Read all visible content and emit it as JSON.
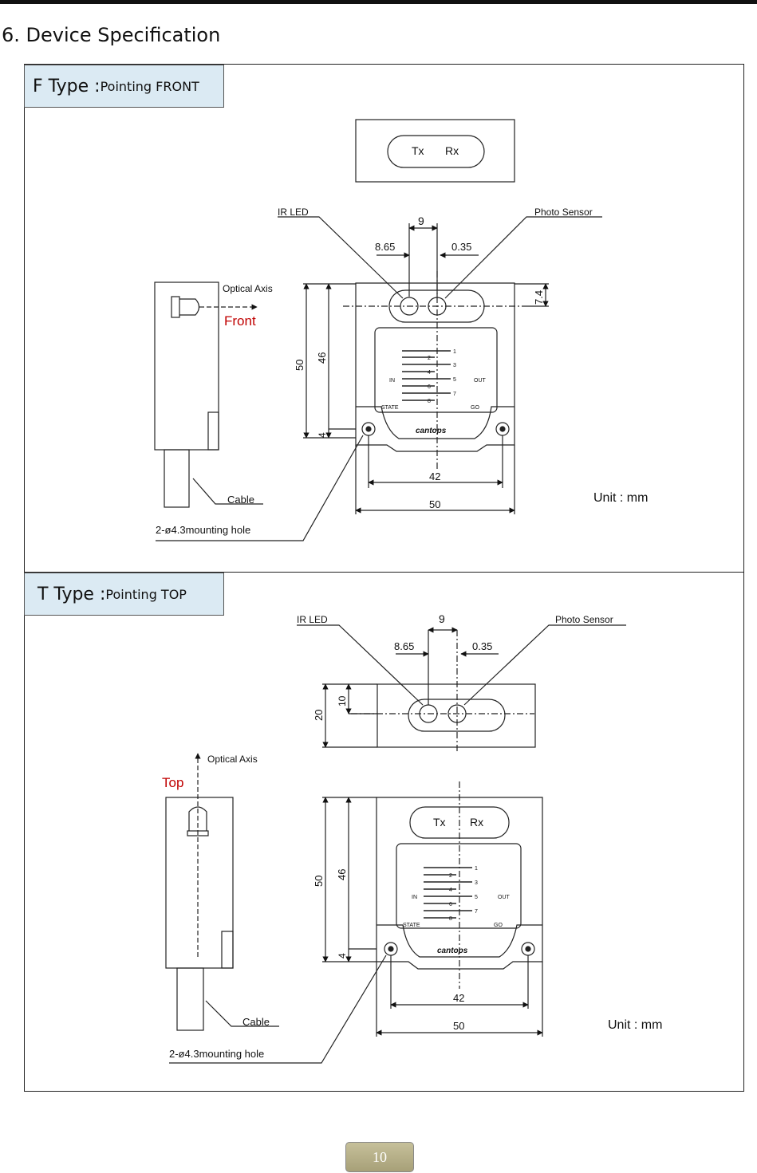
{
  "section_heading": "6. Device Specification",
  "f_type": {
    "title": "F Type : ",
    "subtitle": "Pointing FRONT",
    "tx": "Tx",
    "rx": "Rx",
    "ir_led": "IR LED",
    "photo_sensor": "Photo Sensor",
    "dim_9": "9",
    "dim_865": "8.65",
    "dim_035": "0.35",
    "dim_74": "7.4",
    "dim_50_v": "50",
    "dim_46": "46",
    "dim_4": "4",
    "dim_42": "42",
    "dim_50_h": "50",
    "optical_axis": "Optical Axis",
    "direction": "Front",
    "cable": "Cable",
    "mounting_hole": "2-ø4.3mounting hole",
    "unit": "Unit : mm",
    "logo": "cantops"
  },
  "t_type": {
    "title": "T Type : ",
    "subtitle": "Pointing TOP",
    "tx": "Tx",
    "rx": "Rx",
    "ir_led": "IR LED",
    "photo_sensor": "Photo Sensor",
    "dim_9": "9",
    "dim_865": "8.65",
    "dim_035": "0.35",
    "dim_10": "10",
    "dim_20": "20",
    "dim_50_v": "50",
    "dim_46": "46",
    "dim_4": "4",
    "dim_42": "42",
    "dim_50_h": "50",
    "optical_axis": "Optical Axis",
    "direction": "Top",
    "cable": "Cable",
    "mounting_hole": "2-ø4.3mounting hole",
    "unit": "Unit : mm",
    "logo": "cantops"
  },
  "label_panel": {
    "in": "IN",
    "out": "OUT",
    "state": "STATE",
    "go": "GO",
    "channels": [
      "1",
      "2",
      "3",
      "4",
      "5",
      "6",
      "7",
      "8"
    ]
  },
  "page_number": "10"
}
